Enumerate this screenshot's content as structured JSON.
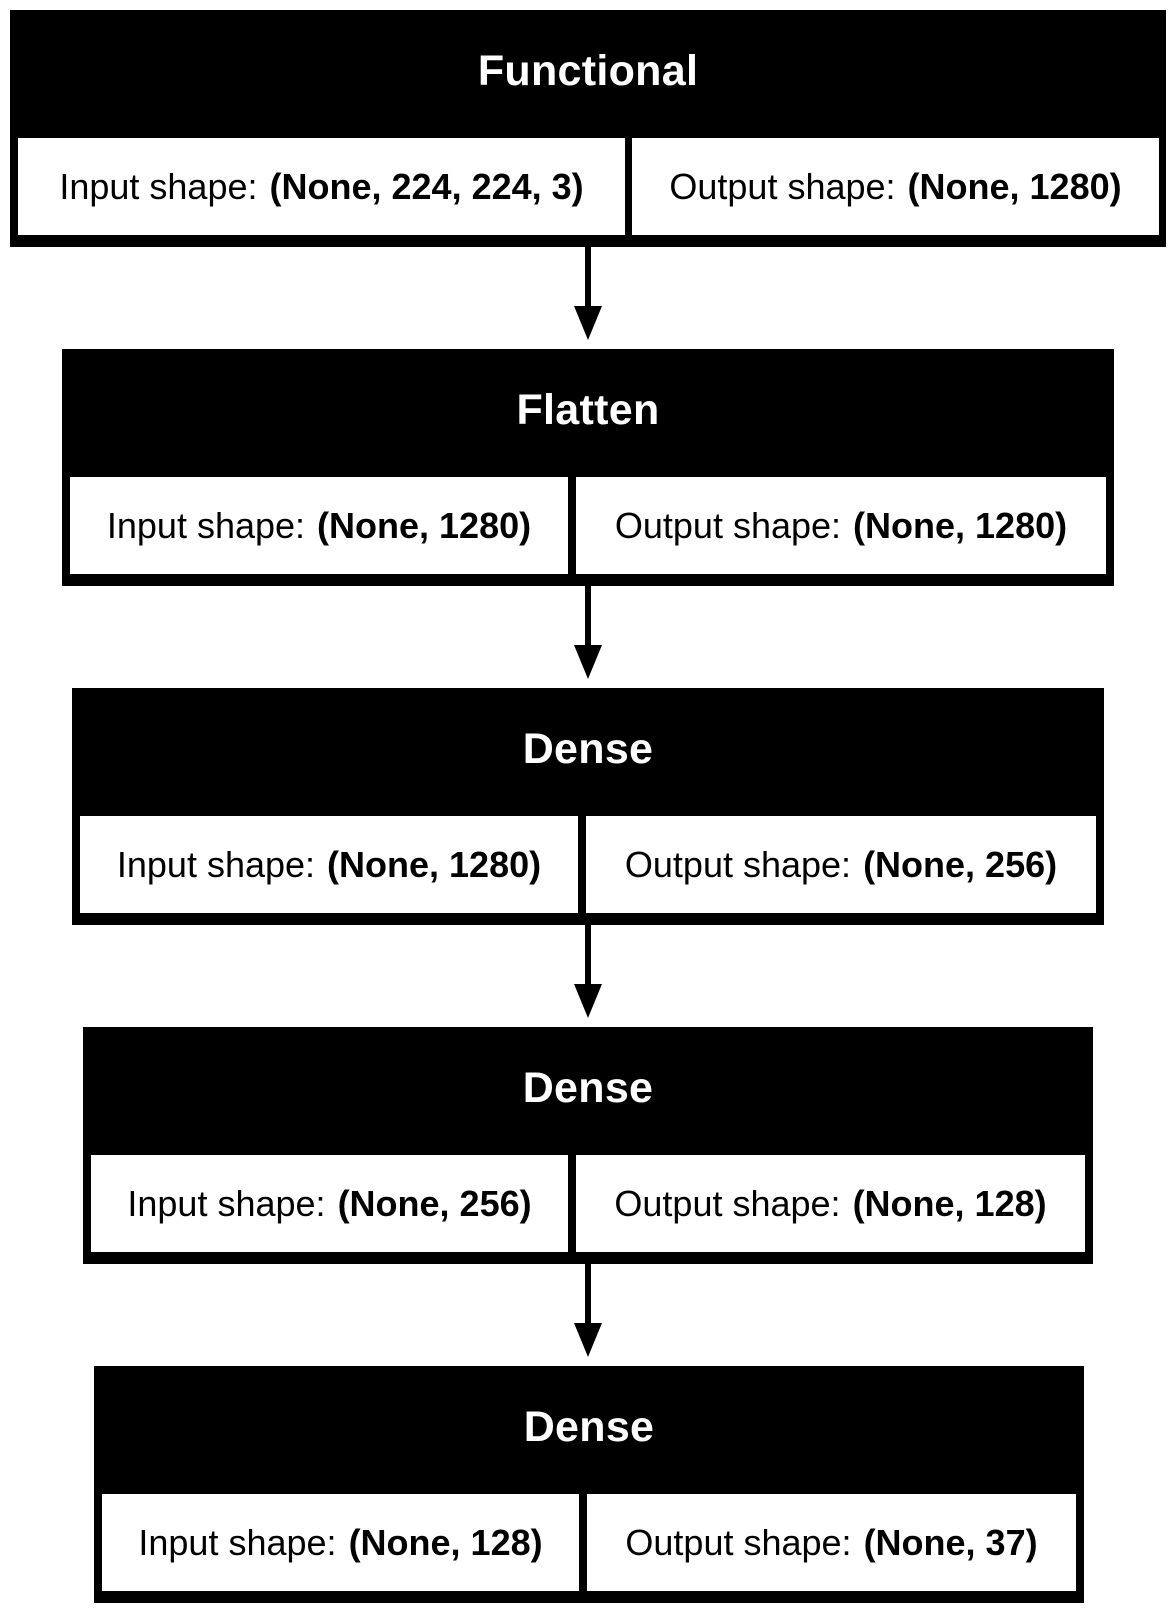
{
  "diagram": {
    "layers": [
      {
        "name": "Functional",
        "input_label": "Input shape:",
        "input_value": "(None, 224, 224, 3)",
        "output_label": "Output shape:",
        "output_value": "(None, 1280)"
      },
      {
        "name": "Flatten",
        "input_label": "Input shape:",
        "input_value": "(None, 1280)",
        "output_label": "Output shape:",
        "output_value": "(None, 1280)"
      },
      {
        "name": "Dense",
        "input_label": "Input shape:",
        "input_value": "(None, 1280)",
        "output_label": "Output shape:",
        "output_value": "(None, 256)"
      },
      {
        "name": "Dense",
        "input_label": "Input shape:",
        "input_value": "(None, 256)",
        "output_label": "Output shape:",
        "output_value": "(None, 128)"
      },
      {
        "name": "Dense",
        "input_label": "Input shape:",
        "input_value": "(None, 128)",
        "output_label": "Output shape:",
        "output_value": "(None, 37)"
      }
    ]
  }
}
